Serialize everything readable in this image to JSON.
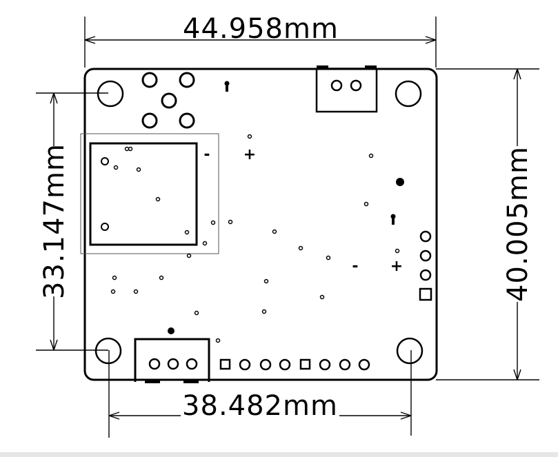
{
  "dimensions": {
    "top_width": "44.958mm",
    "right_height": "40.005mm",
    "left_height": "33.147mm",
    "bottom_width": "38.482mm"
  },
  "polarity": {
    "minus": "-",
    "plus": "+"
  },
  "colors": {
    "stroke": "#000000",
    "background": "#ffffff",
    "bottom_bar": "#e6e6e6"
  }
}
